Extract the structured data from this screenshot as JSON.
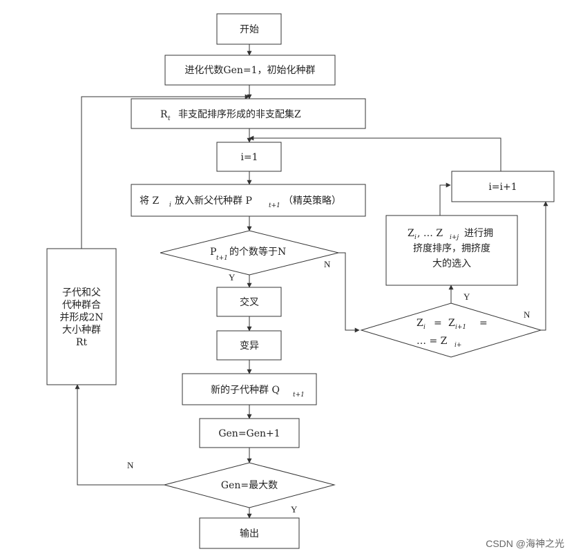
{
  "nodes": {
    "start": "开始",
    "init": "进化代数Gen=1，初始化种群",
    "sort_r": "R",
    "sort_r_sub": "t",
    "sort_rest": "非支配排序形成的非支配集Z",
    "i1": "i=1",
    "put_a": "将 Z",
    "put_a_sub": "i",
    "put_b": "放入新父代种群 P",
    "put_b_sub": "t+1",
    "put_c": "（精英策略）",
    "check_p": "P",
    "check_p_sub": "t+1",
    "check_rest": "的个数等于N",
    "crossover": "交叉",
    "mutation": "变异",
    "newq_a": "新的子代种群 Q",
    "newq_sub": "t+1",
    "gen_inc": "Gen=Gen+1",
    "gen_max": "Gen=最大数",
    "output": "输出",
    "merge_lines": [
      "子代和父",
      "代种群合",
      "并形成2N",
      "大小种群",
      "Rt"
    ],
    "crowd_z1": "Z",
    "crowd_z1_sub": "i",
    "crowd_dots": ", … Z",
    "crowd_zj_sub": "i+j",
    "crowd_l1": "进行拥",
    "crowd_l2": "挤度排序，拥挤度",
    "crowd_l3": "大的选入",
    "inc_i": "i=i+1",
    "eq_z1": "Z",
    "eq_z1_sub": "i",
    "eq_eq1": "=",
    "eq_z2": "Z",
    "eq_z2_sub": "i+1",
    "eq_eq2": "=",
    "eq_dots": "… = Z",
    "eq_z3_sub": "i+"
  },
  "labels": {
    "n_check": "N",
    "y_check": "Y",
    "y_eq": "Y",
    "n_eq": "N",
    "n_gen": "N",
    "y_gen": "Y"
  },
  "watermark": "CSDN @海神之光"
}
